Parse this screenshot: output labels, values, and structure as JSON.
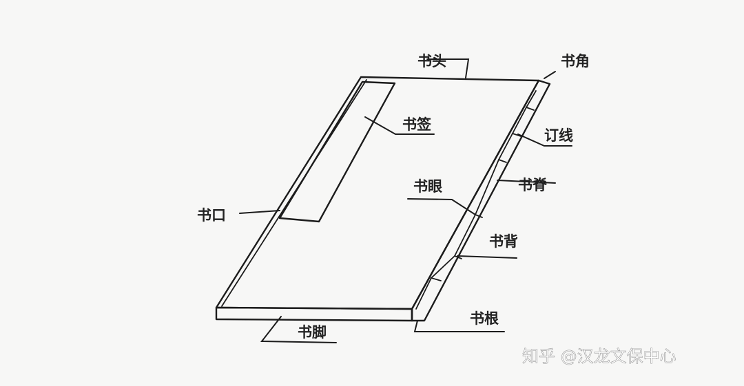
{
  "labels": {
    "shu_tou": "书头",
    "shu_jiao": "书角",
    "shu_qian": "书签",
    "ding_xian": "订线",
    "shu_ji": "书脊",
    "shu_yan": "书眼",
    "shu_kou": "书口",
    "shu_bei": "书背",
    "shu_gen": "书根",
    "shu_jiao_foot": "书脚"
  },
  "watermark": "知乎 @汉龙文保中心"
}
